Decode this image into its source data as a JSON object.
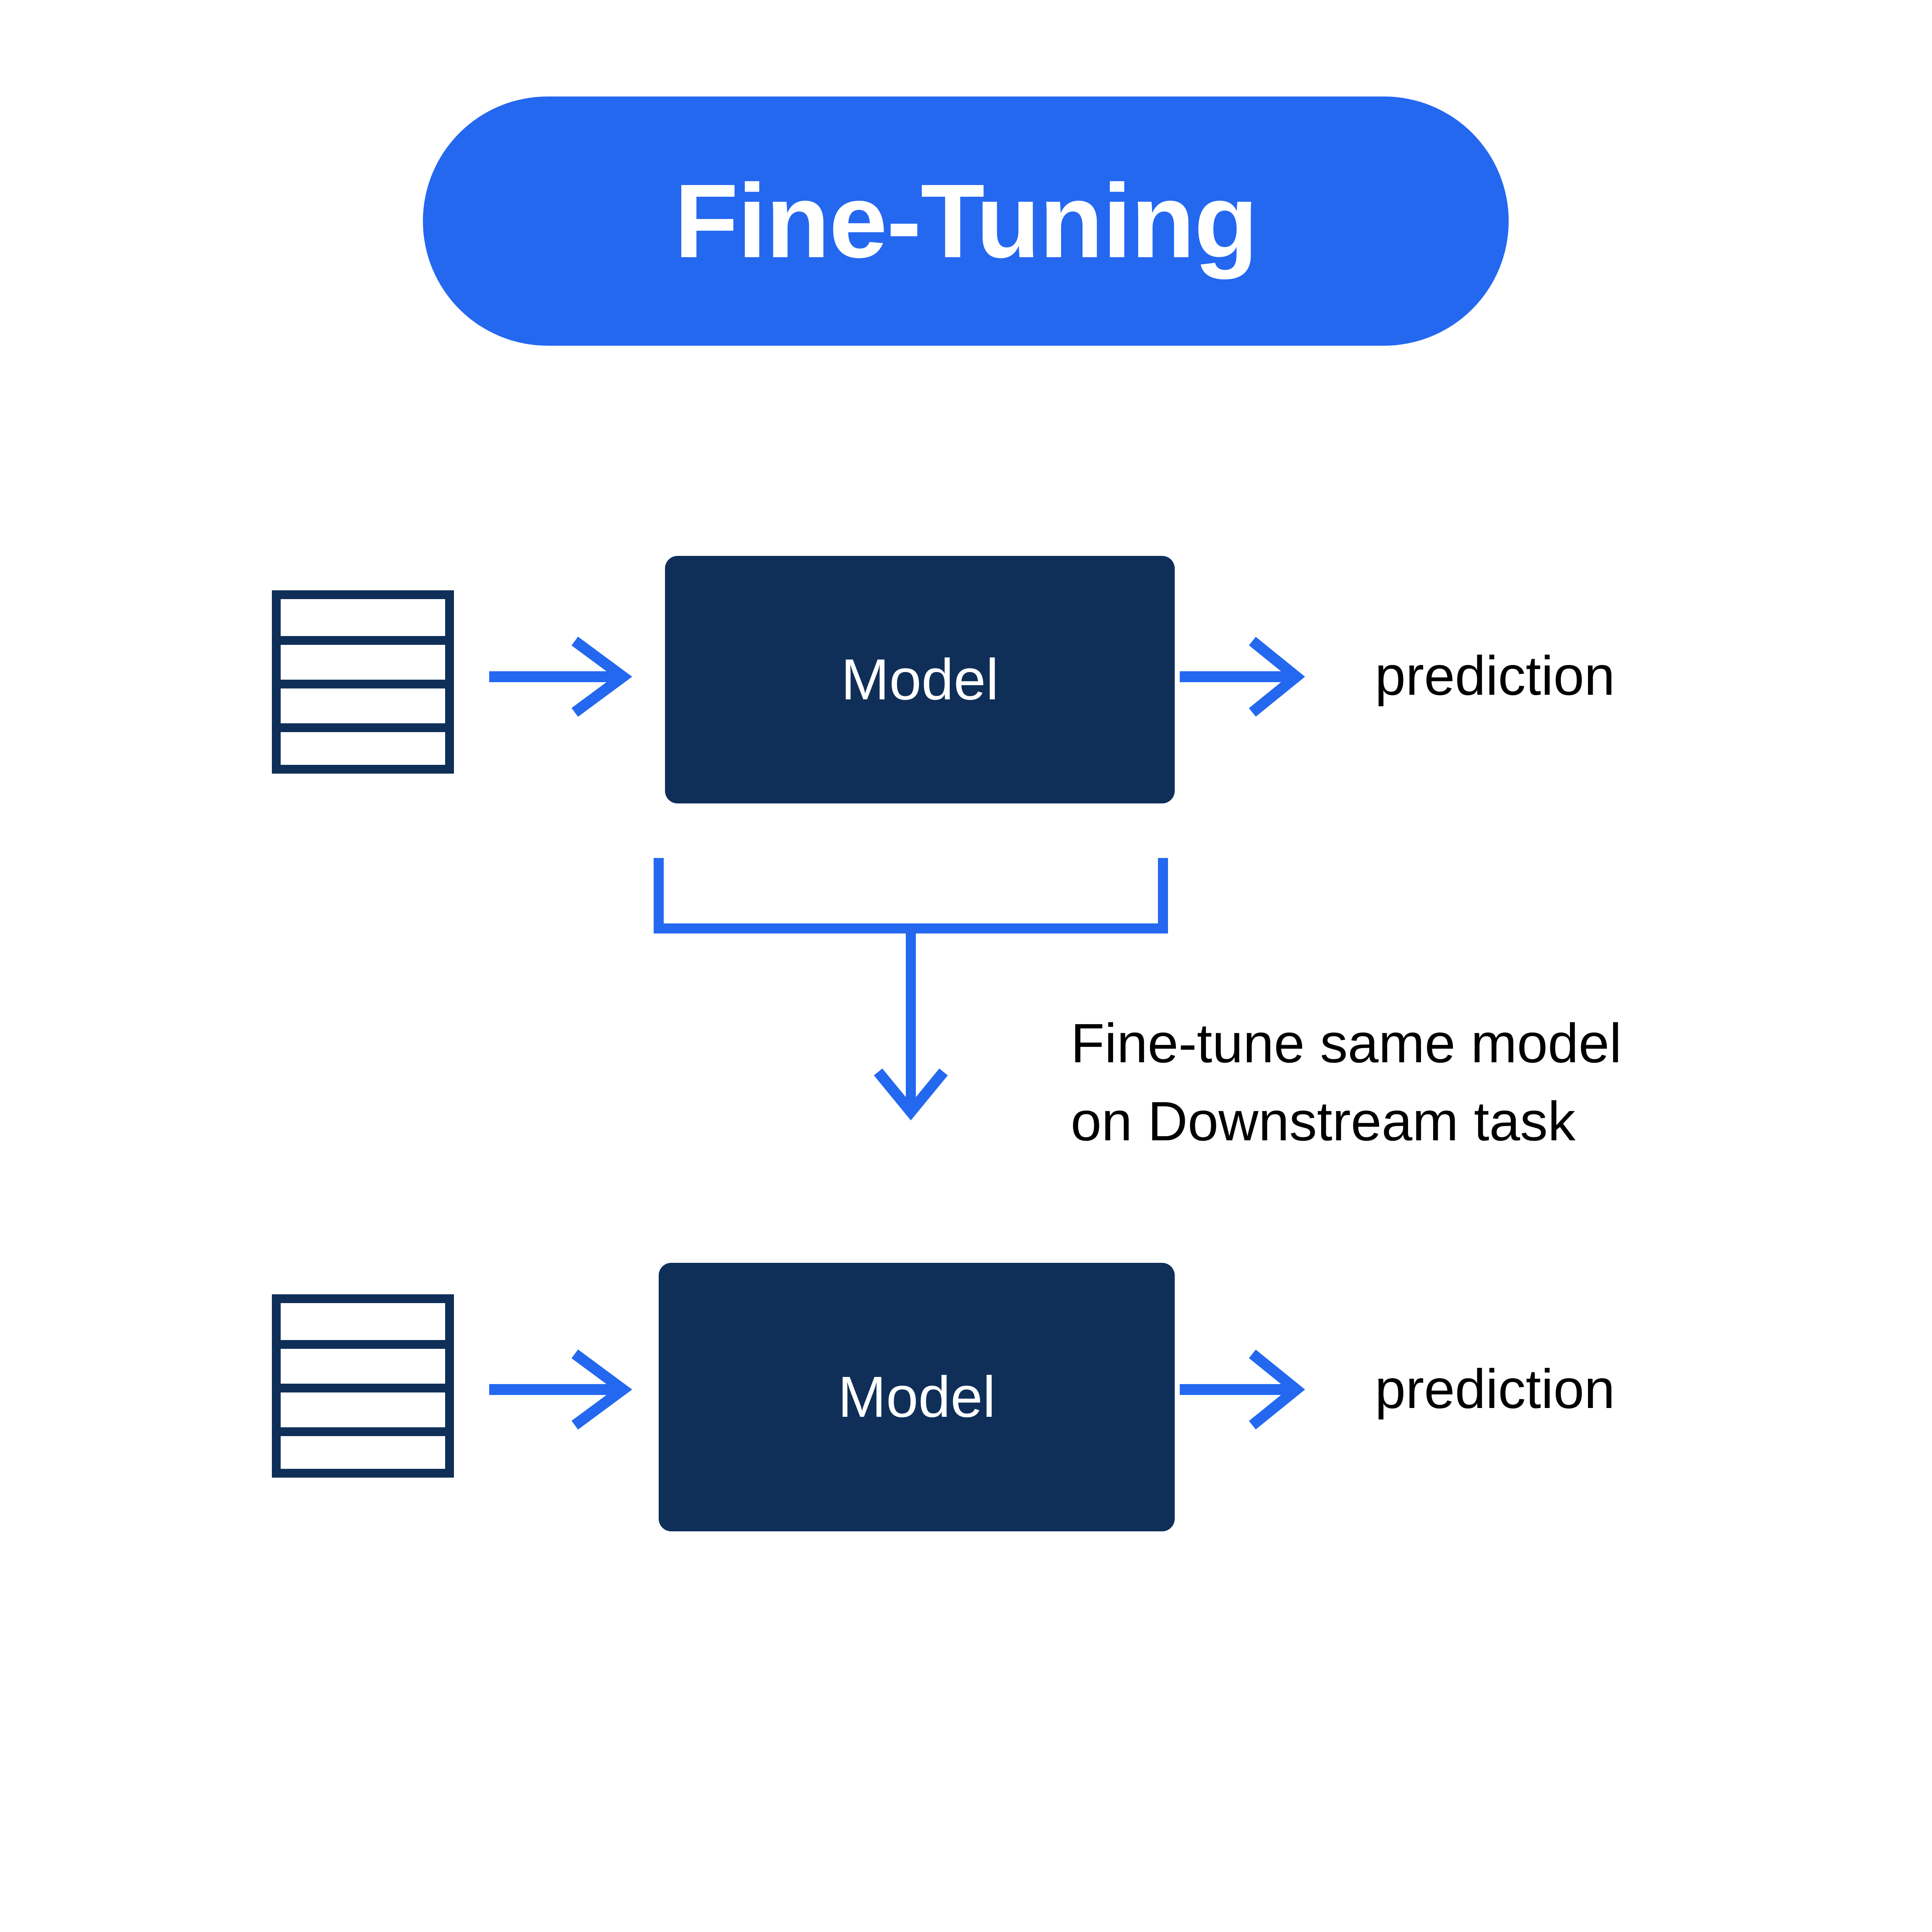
{
  "diagram": {
    "title": "Fine-Tuning",
    "accent_blue": "#2468f0",
    "navy": "#0f2f59",
    "text_black": "#000000",
    "background": "#ffffff"
  },
  "stages": {
    "pretraining": {
      "dataset_icon": "table-rows-icon",
      "model_label": "Model",
      "output_label": "prediction",
      "input_arrow": "arrow-right-icon",
      "output_arrow": "arrow-right-icon"
    },
    "downstream": {
      "dataset_icon": "table-rows-icon",
      "model_label": "Model",
      "output_label": "prediction",
      "input_arrow": "arrow-right-icon",
      "output_arrow": "arrow-right-icon"
    }
  },
  "transfer": {
    "bracket_icon": "bracket-down-icon",
    "arrow_icon": "arrow-down-icon",
    "note_line_1": "Fine-tune same model",
    "note_line_2": "on Downstream task"
  }
}
